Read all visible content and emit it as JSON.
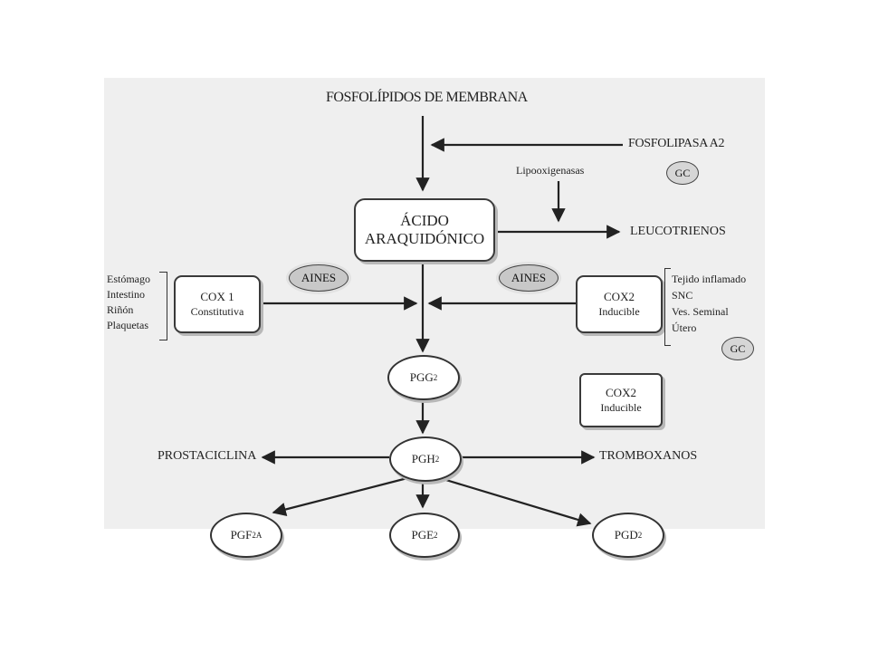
{
  "title": "FOSFOLÍPIDOS DE MEMBRANA",
  "enzymes": {
    "phospholipase": "FOSFOLIPASA A2",
    "lipooxygenase": "Lipooxigenasas",
    "gc_top": "GC",
    "gc_right": "GC"
  },
  "center": {
    "line1": "ÁCIDO",
    "line2": "ARAQUIDÓNICO"
  },
  "leukotrienes": "LEUCOTRIENOS",
  "inhibitors": {
    "left": "AINES",
    "right": "AINES"
  },
  "cox1": {
    "line1": "COX 1",
    "line2": "Constitutiva",
    "tissues": [
      "Estómago",
      "Intestino",
      "Riñón",
      "Plaquetas"
    ]
  },
  "cox2": {
    "line1": "COX2",
    "line2": "Inducible",
    "tissues": [
      "Tejido inflamado",
      "SNC",
      "Ves. Seminal",
      "Útero"
    ]
  },
  "cox2_extra": {
    "line1": "COX2",
    "line2": "Inducible"
  },
  "prostaglandins": {
    "pgg": {
      "base": "PGG",
      "sub": "2"
    },
    "pgh": {
      "base": "PGH",
      "sub": "2"
    },
    "pgf": {
      "base": "PGF",
      "sub": "2A"
    },
    "pge": {
      "base": "PGE",
      "sub": "2"
    },
    "pgd": {
      "base": "PGD",
      "sub": "2"
    }
  },
  "products": {
    "left": "PROSTACICLINA",
    "right": "TROMBOXANOS"
  }
}
